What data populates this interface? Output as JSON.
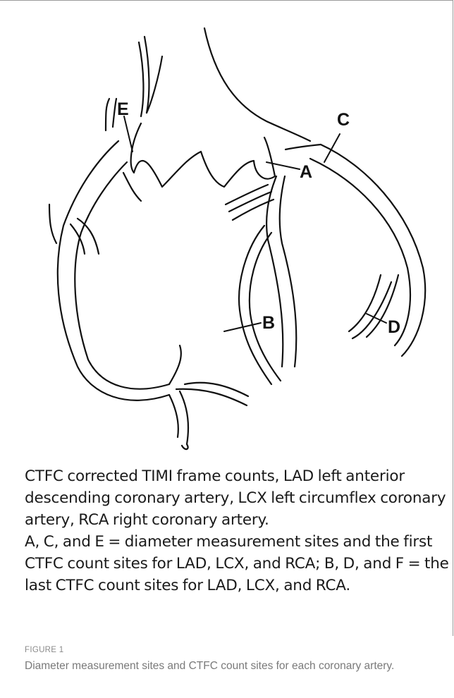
{
  "diagram": {
    "labels": {
      "a": "A",
      "b": "B",
      "c": "C",
      "d": "D",
      "e": "E"
    }
  },
  "caption": {
    "line1": "CTFC corrected TIMI frame counts, LAD left anterior descending coronary artery, LCX left circumflex coronary artery, RCA right coronary artery.",
    "line2": "A, C, and E = diameter measurement sites and the first CTFC count sites for LAD, LCX, and RCA; B, D, and F = the last CTFC count sites for LAD, LCX, and RCA."
  },
  "figure": {
    "label": "FIGURE 1",
    "title": "Diameter measurement sites and CTFC count sites for each coronary artery."
  }
}
